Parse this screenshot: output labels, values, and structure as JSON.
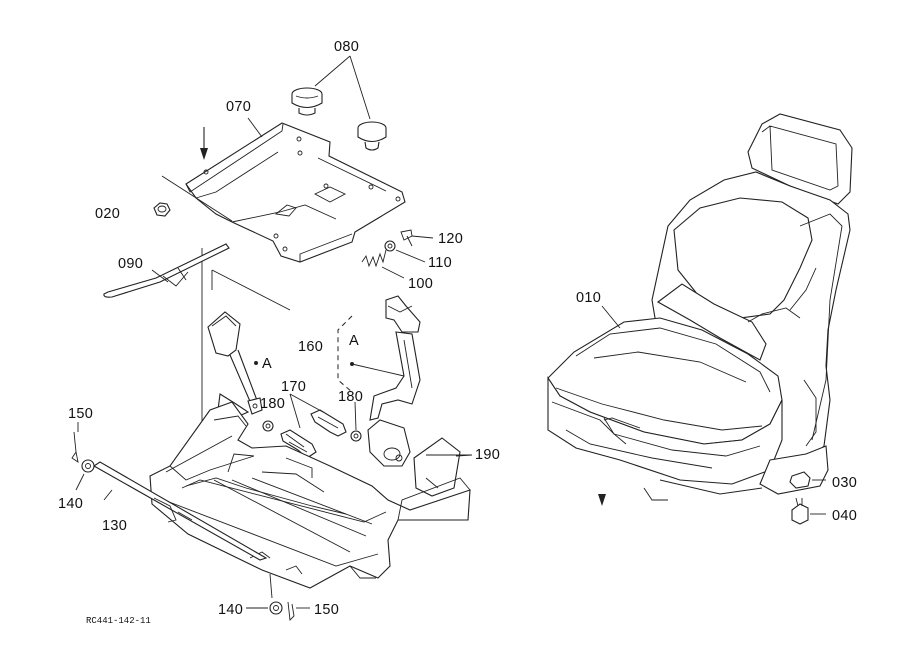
{
  "parts": {
    "p010": "010",
    "p020": "020",
    "p030": "030",
    "p040": "040",
    "p070": "070",
    "p080": "080",
    "p090": "090",
    "p100": "100",
    "p110": "110",
    "p120": "120",
    "p130": "130",
    "p140_left": "140",
    "p140_bottom": "140",
    "p150_left": "150",
    "p150_bottom": "150",
    "p160": "160",
    "p170": "170",
    "p180_left": "180",
    "p180_right": "180",
    "p190": "190"
  },
  "markers": {
    "a_seatbelt": "A",
    "a_detail": "A"
  },
  "drawing_ref": "RC441-142-11"
}
